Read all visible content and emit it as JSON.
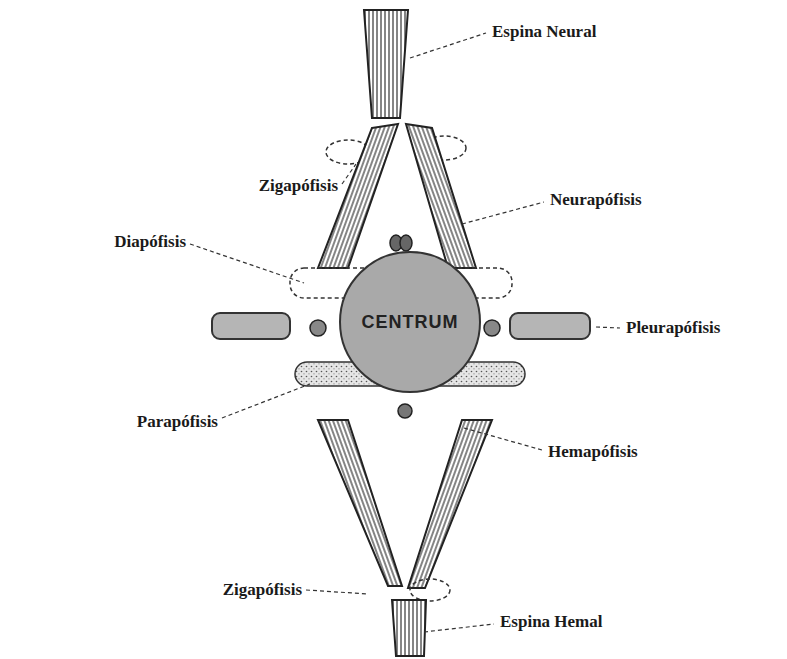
{
  "diagram": {
    "nodes": [
      {
        "text": [
          "CENTRUM"
        ]
      }
    ],
    "labels": [
      "Espina Neural",
      "Zigapófisis",
      "Neurapófisis",
      "Diapófisis",
      "Pleurapófisis",
      "Parapófisis",
      "Hemapófisis",
      "Zigapófisis",
      "Espina Hemal"
    ]
  }
}
